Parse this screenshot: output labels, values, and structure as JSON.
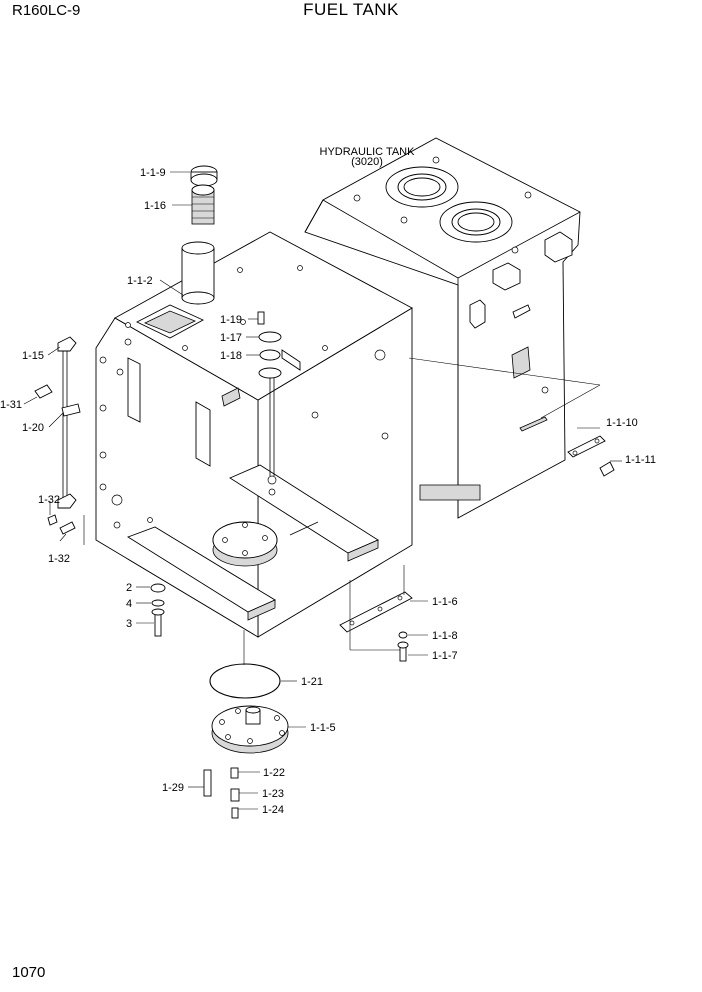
{
  "header": {
    "model": "R160LC-9",
    "title": "FUEL TANK"
  },
  "footer": {
    "page_number": "1070"
  },
  "hydraulic_tank": {
    "label": "HYDRAULIC TANK",
    "ref": "(3020)"
  },
  "callouts": {
    "c_1_1_9": "1-1-9",
    "c_1_16": "1-16",
    "c_1_1_2": "1-1-2",
    "c_1_19": "1-19",
    "c_1_17": "1-17",
    "c_1_18": "1-18",
    "c_1_15": "1-15",
    "c_1_31": "1-31",
    "c_1_20": "1-20",
    "c_1_32a": "1-32",
    "c_1_32b": "1-32",
    "c_1_1_10": "1-1-10",
    "c_1_1_11": "1-1-11",
    "c_2": "2",
    "c_4": "4",
    "c_3": "3",
    "c_1_1_6": "1-1-6",
    "c_1_1_8": "1-1-8",
    "c_1_1_7": "1-1-7",
    "c_1_21": "1-21",
    "c_1_1_5": "1-1-5",
    "c_1_22": "1-22",
    "c_1_29": "1-29",
    "c_1_23": "1-23",
    "c_1_24": "1-24"
  }
}
